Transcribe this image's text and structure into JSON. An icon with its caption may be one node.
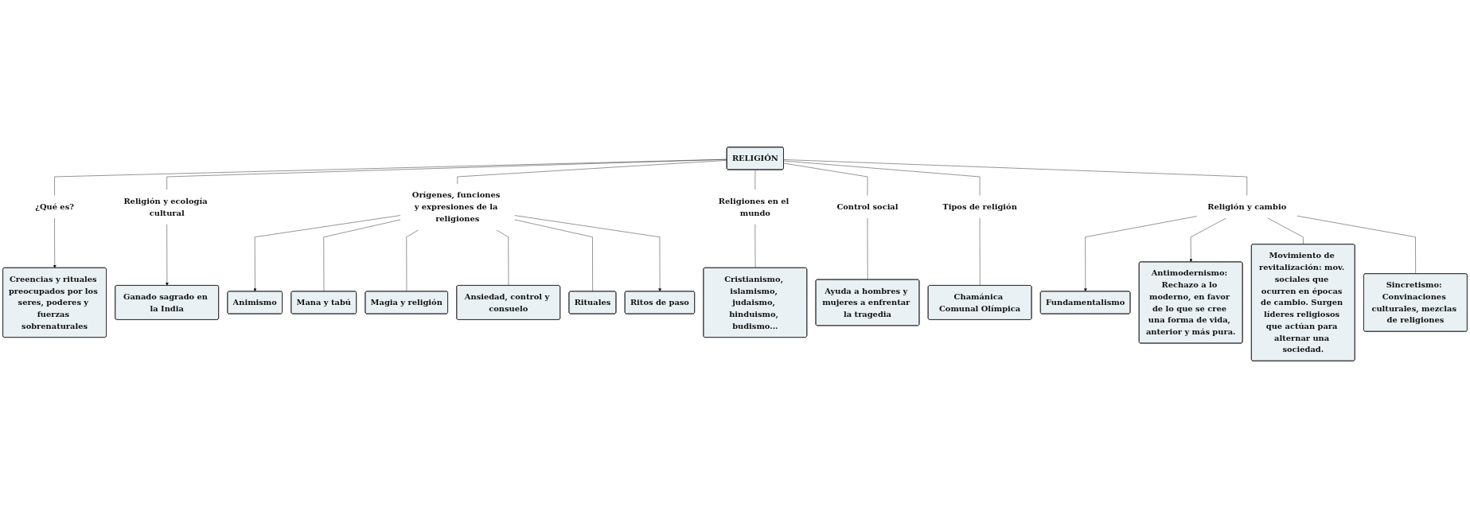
{
  "diagram": {
    "nodes": [
      {
        "text": [
          "RELIGIÓN"
        ]
      },
      {
        "text": [
          "¿Qué es?"
        ]
      },
      {
        "text": [
          "Creencias y rituales preocupados por los seres, poderes y fuerzas sobrenaturales"
        ]
      },
      {
        "text": [
          "Religión y ecología cultural"
        ]
      },
      {
        "text": [
          "Ganado sagrado en la India"
        ]
      },
      {
        "text": [
          "Orígenes, funciones y expresiones de la religiones"
        ]
      },
      {
        "text": [
          "Animismo"
        ]
      },
      {
        "text": [
          "Mana y tabú"
        ]
      },
      {
        "text": [
          "Magia y religión"
        ]
      },
      {
        "text": [
          "Ansiedad, control y consuelo"
        ]
      },
      {
        "text": [
          "Rituales"
        ]
      },
      {
        "text": [
          "Ritos de paso"
        ]
      },
      {
        "text": [
          "Religiones en el mundo"
        ]
      },
      {
        "text": [
          "Cristianismo, islamismo, judaismo, hinduismo, budismo..."
        ]
      },
      {
        "text": [
          "Control social"
        ]
      },
      {
        "text": [
          "Ayuda a hombres y mujeres a enfrentar la tragedia"
        ]
      },
      {
        "text": [
          "Tipos de religión"
        ]
      },
      {
        "text": [
          "Chamánica Comunal Olímpica"
        ]
      },
      {
        "text": [
          "Religión y cambio"
        ]
      },
      {
        "text": [
          "Fundamentalismo"
        ]
      },
      {
        "text": [
          "Antimodernismo: Rechazo a lo moderno, en favor de lo que se cree una forma de vida, anterior y más pura."
        ]
      },
      {
        "text": [
          "Movimiento de revitalización: mov. sociales que ocurren en épocas de cambio. Surgen líderes religiosos que actúan para alternar una sociedad."
        ]
      },
      {
        "text": [
          "Sincretismo: Convinaciones culturales, mezclas de religiones"
        ]
      }
    ],
    "edges": [
      {
        "from": 0,
        "to": 1,
        "arrow": "none"
      },
      {
        "from": 1,
        "to": 2,
        "arrow": "to"
      },
      {
        "from": 0,
        "to": 3,
        "arrow": "none"
      },
      {
        "from": 3,
        "to": 4,
        "arrow": "to"
      },
      {
        "from": 0,
        "to": 5,
        "arrow": "none"
      },
      {
        "from": 5,
        "to": 6,
        "arrow": "to"
      },
      {
        "from": 5,
        "to": 7,
        "arrow": "none"
      },
      {
        "from": 5,
        "to": 8,
        "arrow": "none"
      },
      {
        "from": 5,
        "to": 9,
        "arrow": "none"
      },
      {
        "from": 5,
        "to": 10,
        "arrow": "none"
      },
      {
        "from": 5,
        "to": 11,
        "arrow": "to"
      },
      {
        "from": 0,
        "to": 12,
        "arrow": "none"
      },
      {
        "from": 12,
        "to": 13,
        "arrow": "none"
      },
      {
        "from": 0,
        "to": 14,
        "arrow": "none"
      },
      {
        "from": 14,
        "to": 15,
        "arrow": "none"
      },
      {
        "from": 0,
        "to": 16,
        "arrow": "none"
      },
      {
        "from": 16,
        "to": 17,
        "arrow": "none"
      },
      {
        "from": 0,
        "to": 18,
        "arrow": "none"
      },
      {
        "from": 18,
        "to": 19,
        "arrow": "to"
      },
      {
        "from": 18,
        "to": 20,
        "arrow": "to"
      },
      {
        "from": 18,
        "to": 21,
        "arrow": "none"
      },
      {
        "from": 18,
        "to": 22,
        "arrow": "none"
      }
    ]
  }
}
